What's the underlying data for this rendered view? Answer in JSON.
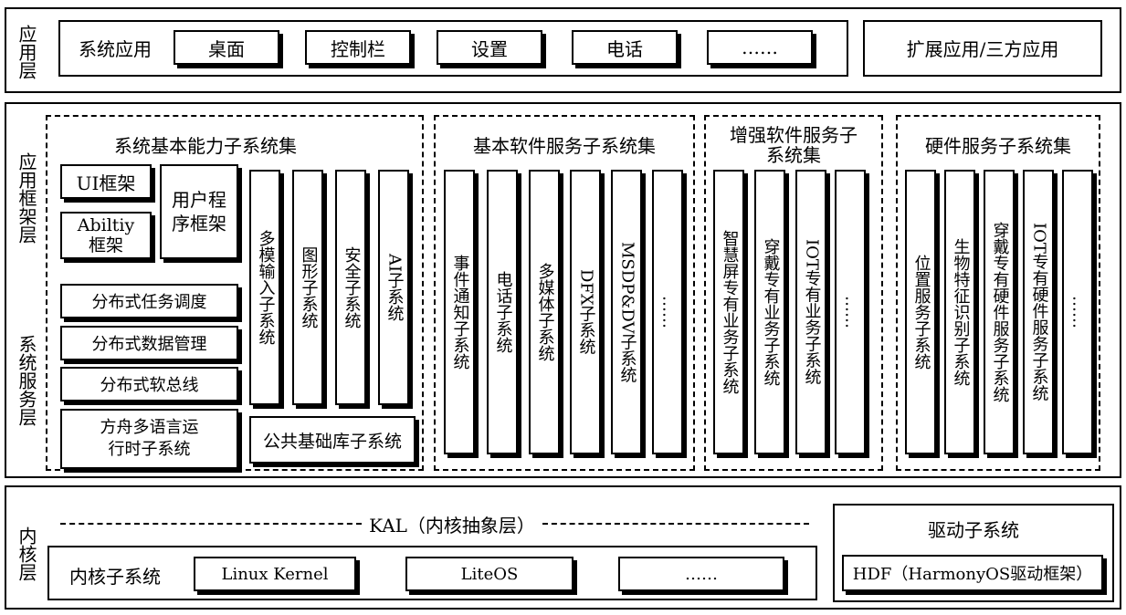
{
  "app_layer": {
    "side_label": "应用层",
    "system_apps_label": "系统应用",
    "apps": [
      "桌面",
      "控制栏",
      "设置",
      "电话",
      "……"
    ],
    "extension_label": "扩展应用/三方应用"
  },
  "framework_layer": {
    "side_label_top": "应用框架层",
    "side_label_bottom": "系统服务层",
    "basic_capability": {
      "title": "系统基本能力子系统集",
      "ui_framework": "UI框架",
      "ability_framework": "Abiltiy 框架",
      "user_program_framework": "用户程序框架",
      "vertical_systems": [
        "多模输入子系统",
        "图形子系统",
        "安全子系统",
        "AI子系统"
      ],
      "distributed": [
        "分布式任务调度",
        "分布式数据管理",
        "分布式软总线"
      ],
      "ark_runtime": "方舟多语言运行时子系统",
      "common_lib": "公共基础库子系统"
    },
    "basic_software": {
      "title": "基本软件服务子系统集",
      "items": [
        "事件通知子系统",
        "电话子系统",
        "多媒体子系统",
        "DFX子系统",
        "MSDP&DV子系统",
        "……"
      ]
    },
    "enhanced_software": {
      "title": "增强软件服务子系统集",
      "items": [
        "智慧屏专有业务子系统",
        "穿戴专有业务子系统",
        "IOT专有业务子系统",
        "……"
      ]
    },
    "hardware": {
      "title": "硬件服务子系统集",
      "items": [
        "位置服务子系统",
        "生物特征识别子系统",
        "穿戴专有硬件服务子系统",
        "IOT专有硬件服务子系统",
        "……"
      ]
    }
  },
  "kernel_layer": {
    "side_label": "内核层",
    "kal": "KAL（内核抽象层）",
    "kernel_subsystem_label": "内核子系统",
    "kernels": [
      "Linux Kernel",
      "LiteOS",
      "……"
    ],
    "driver_title": "驱动子系统",
    "hdf": "HDF（HarmonyOS驱动框架）"
  }
}
